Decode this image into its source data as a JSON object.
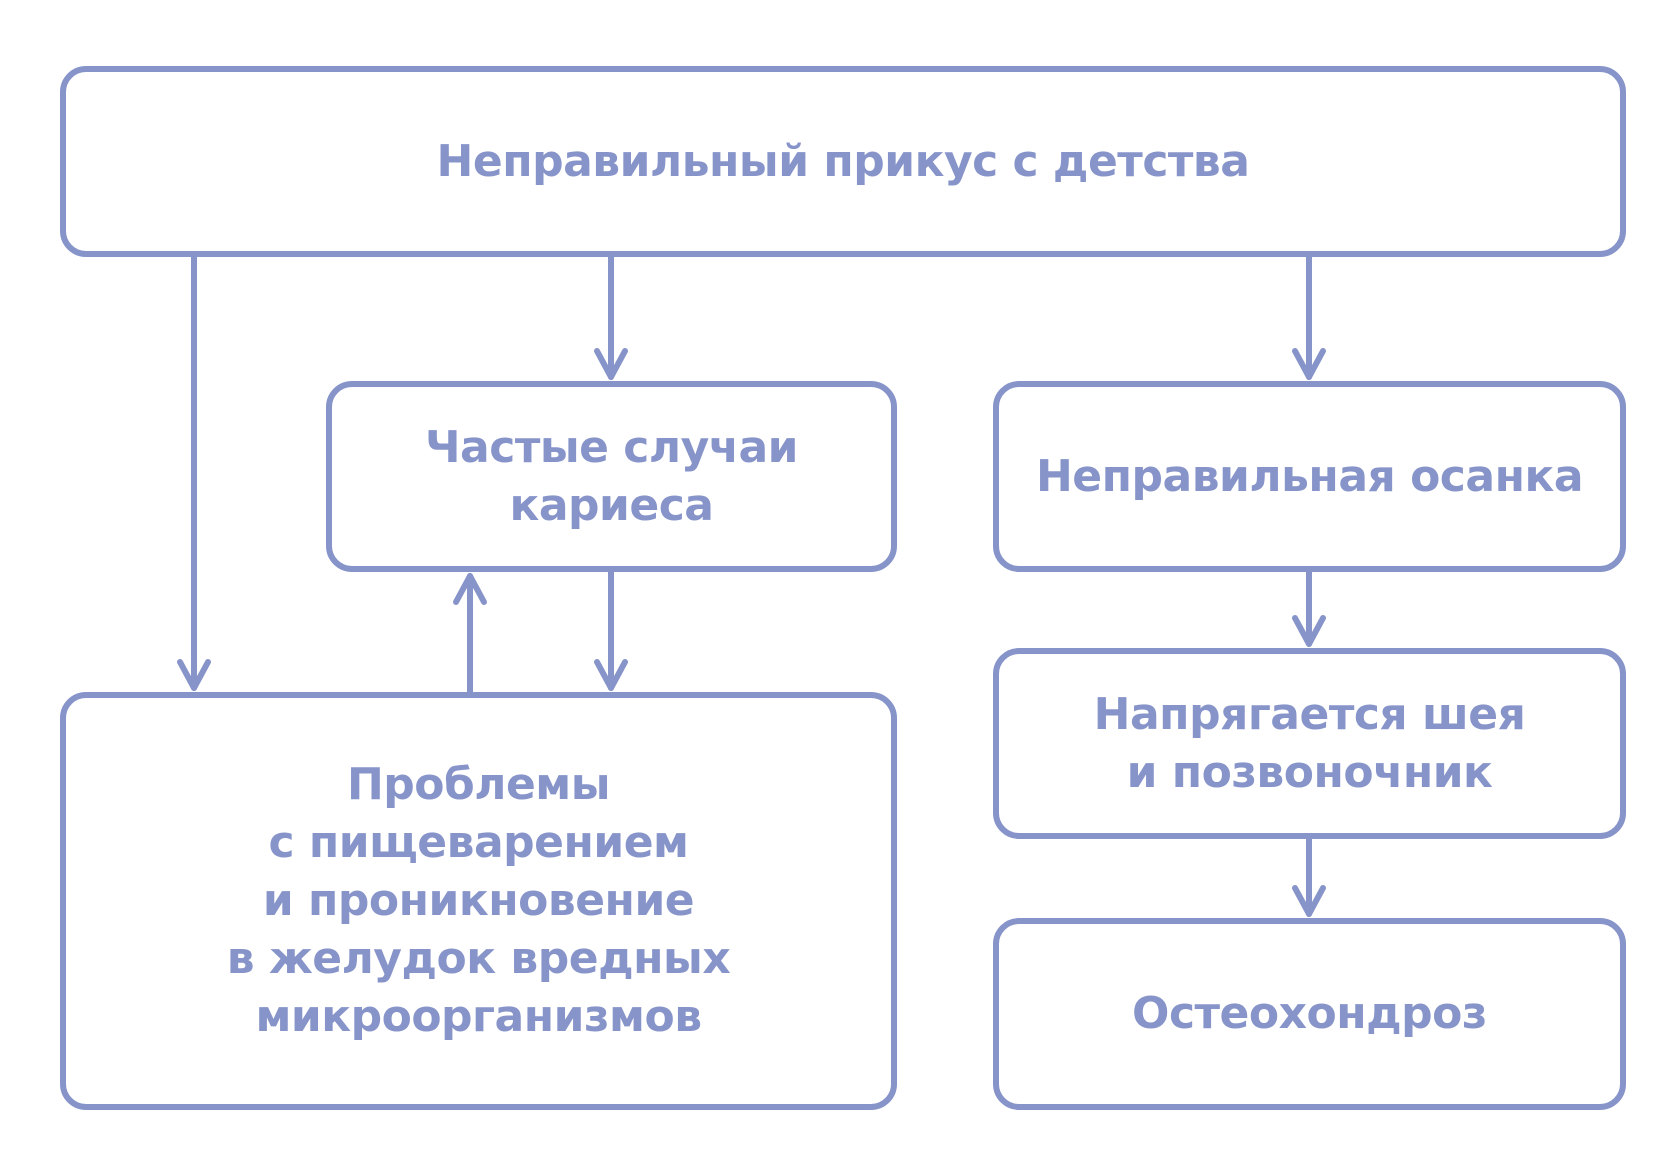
{
  "diagram": {
    "line_color": "#8794c9",
    "nodes": {
      "top": {
        "lines": [
          "Неправильный прикус с детства"
        ]
      },
      "caries": {
        "lines": [
          "Частые случаи",
          "кариеса"
        ]
      },
      "posture": {
        "lines": [
          "Неправильная осанка"
        ]
      },
      "digest": {
        "lines": [
          "Проблемы",
          "с пищеварением",
          "и проникновение",
          "в желудок вредных",
          "микроорганизмов"
        ]
      },
      "neck": {
        "lines": [
          "Напрягается шея",
          "и позвоночник"
        ]
      },
      "osteo": {
        "lines": [
          "Остеохондроз"
        ]
      }
    },
    "edges": [
      {
        "from": "top",
        "to": "digest"
      },
      {
        "from": "top",
        "to": "caries"
      },
      {
        "from": "top",
        "to": "posture"
      },
      {
        "from": "digest",
        "to": "caries"
      },
      {
        "from": "caries",
        "to": "digest"
      },
      {
        "from": "posture",
        "to": "neck"
      },
      {
        "from": "neck",
        "to": "osteo"
      }
    ]
  }
}
